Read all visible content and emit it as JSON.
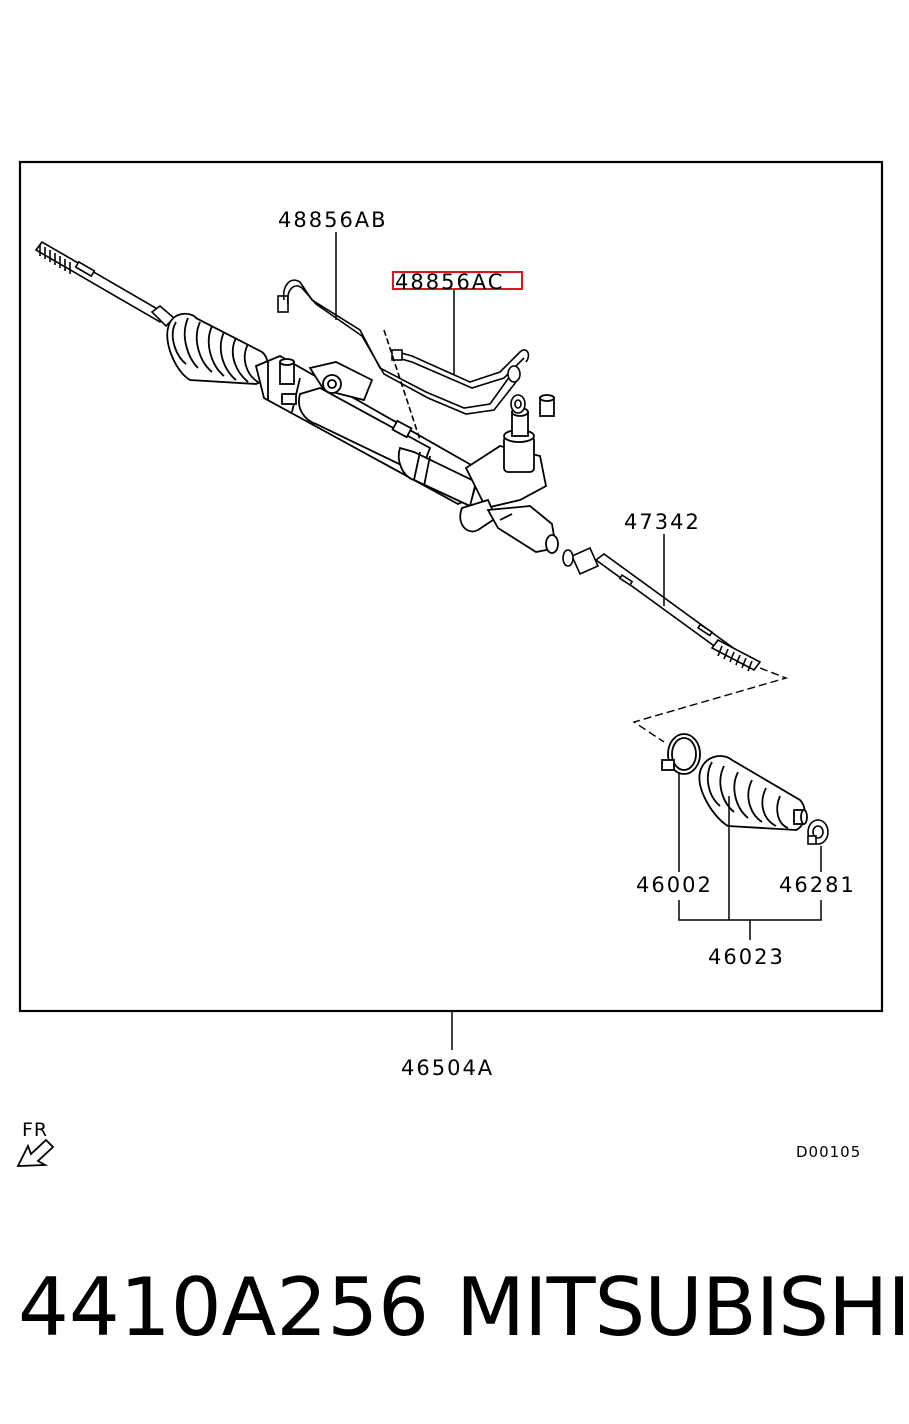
{
  "diagram": {
    "labels": {
      "p48856ab": "48856AB",
      "p48856ac": "48856AC",
      "p47342": "47342",
      "p46002": "46002",
      "p46281": "46281",
      "p46023": "46023",
      "p46504a": "46504A",
      "fr": "FR",
      "drawing_code": "D00105"
    },
    "highlight_color": "#e0141e"
  },
  "footer": {
    "part_number": "4410A256",
    "brand": "MITSUBISHI"
  }
}
